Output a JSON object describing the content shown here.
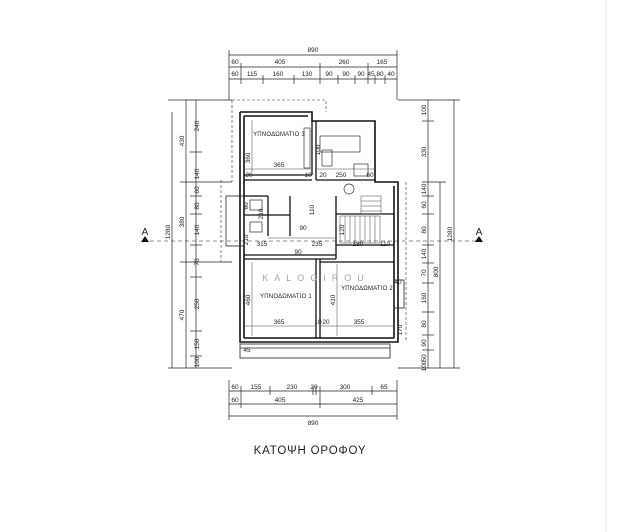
{
  "plan": {
    "title": "ΚΑΤΟΨΗ ΟΡΟΦΟΥ",
    "rooms": {
      "bedroom_3": "ΥΠΝΟΔΩΜΑΤΙΟ 3",
      "bedroom_1": "ΥΠΝΟΔΩΜΑΤΙΟ 1",
      "bedroom_2": "ΥΠΝΟΔΩΜΑΤΙΟ 2"
    },
    "section_marker": "A",
    "watermark": "KALOGIROU",
    "top_dims": {
      "overall": "890",
      "row2": [
        "60",
        "405",
        "260",
        "165"
      ],
      "row3": [
        "60",
        "115",
        "160",
        "130",
        "90",
        "90",
        "90",
        "45",
        "80",
        "40"
      ]
    },
    "bottom_dims": {
      "row1": [
        "60",
        "155",
        "230",
        "20",
        "300",
        "65"
      ],
      "row2": [
        "60",
        "405",
        "425"
      ],
      "overall": "890"
    },
    "left_dims": {
      "overall": "1280",
      "mid": [
        "430",
        "380",
        "470"
      ],
      "inner": [
        "240",
        "140",
        "60",
        "80",
        "140",
        "70",
        "250",
        "150",
        "100"
      ]
    },
    "right_dims": {
      "overall": "1280",
      "mid": [
        "800"
      ],
      "inner": [
        "100",
        "330",
        "140",
        "60",
        "80",
        "140",
        "70",
        "160",
        "80",
        "90",
        "50",
        "100"
      ]
    },
    "interior_dims": [
      "360",
      "365",
      "250",
      "60",
      "20",
      "10",
      "20",
      "100",
      "210",
      "315",
      "90",
      "235",
      "110",
      "120",
      "180",
      "90",
      "460",
      "410",
      "365",
      "355",
      "10",
      "20",
      "40",
      "210",
      "60",
      "45",
      "170",
      "110"
    ]
  }
}
